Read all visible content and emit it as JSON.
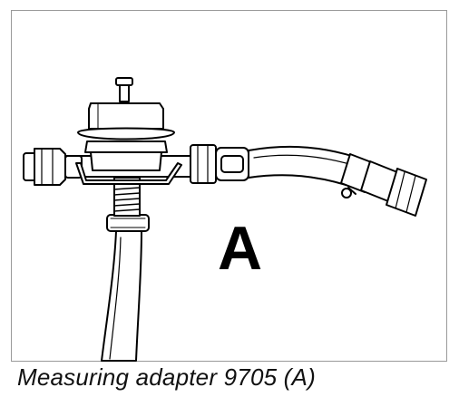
{
  "figure": {
    "callout_label": "A",
    "caption": "Measuring adapter 9705 (A)"
  },
  "parts": {
    "regulator": "fuel-pressure-regulator",
    "left_fitting": "union-nut-left",
    "right_hose": "fuel-hose-right",
    "bottom_hose": "vacuum-hose-down"
  }
}
